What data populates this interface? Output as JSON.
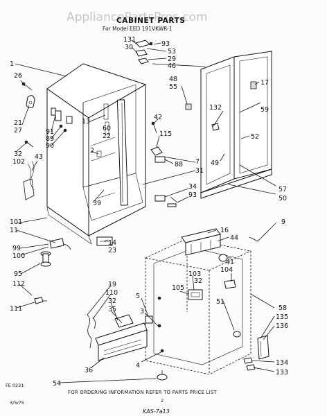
{
  "watermark": "AppliancePartsPros.com",
  "header": {
    "title": "CABINET PARTS",
    "subtitle": "For Model EED 191VKWR-1"
  },
  "footer": {
    "note": "FOR ORDERING INFORMATION REFER TO PARTS PRICE LIST",
    "page": "2",
    "code": "FE 0231",
    "date": "3/5/75",
    "handwriting": "KAS-7a13"
  },
  "callouts": {
    "c1": "1",
    "c26": "26",
    "c21": "21",
    "c27": "27",
    "c91": "91",
    "c89": "89",
    "c90": "90",
    "c32a": "32",
    "c102": "102",
    "c43": "43",
    "c101": "101",
    "c11": "11",
    "c99": "99",
    "c100": "100",
    "c95": "95",
    "c112": "112",
    "c111": "111",
    "c13": "13",
    "c60": "60",
    "c22": "22",
    "c2": "2",
    "c39": "39",
    "c14": "14",
    "c23": "23",
    "c131": "131",
    "c30": "30",
    "c93a": "93",
    "c53": "53",
    "c29": "29",
    "c46": "46",
    "c48": "48",
    "c55": "55",
    "c132": "132",
    "c17": "17",
    "c59": "59",
    "c52": "52",
    "c49": "49",
    "c57": "57",
    "c50": "50",
    "c42": "42",
    "c115": "115",
    "c88": "88",
    "c7": "7",
    "c31": "31",
    "c34": "34",
    "c93b": "93",
    "c16": "16",
    "c9": "9",
    "c44": "44",
    "c41": "41",
    "c104": "104",
    "c103": "103",
    "c32b": "32",
    "c105": "105",
    "c58": "58",
    "c135": "135",
    "c136": "136",
    "c51": "51",
    "c134": "134",
    "c133": "133",
    "c19": "19",
    "c110": "110",
    "c32c": "32",
    "c35": "35",
    "c5": "5",
    "c3": "3",
    "c36": "36",
    "c4": "4",
    "c54": "54"
  }
}
